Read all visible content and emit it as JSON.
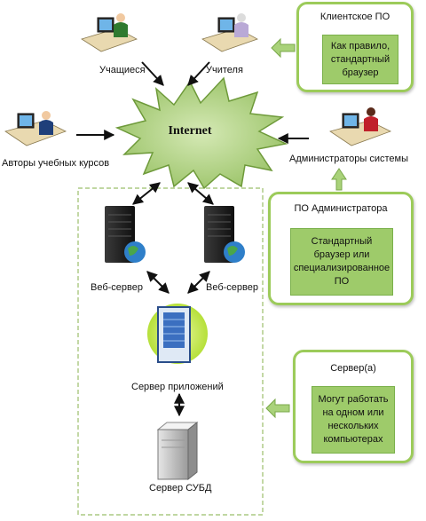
{
  "nodes": {
    "students": "Учащиеся",
    "teachers": "Учителя",
    "authors": "Авторы учебных курсов",
    "admins": "Администраторы системы",
    "internet": "Internet",
    "web_server_1": "Веб-сервер",
    "web_server_2": "Веб-сервер",
    "app_server": "Сервер приложений",
    "db_server": "Сервер СУБД"
  },
  "callouts": {
    "client_sw": {
      "title": "Клиентское ПО",
      "body": "Как правило, стандартный браузер"
    },
    "admin_sw": {
      "title": "ПО Администратора",
      "body": "Стандартный браузер или специализированное ПО"
    },
    "servers": {
      "title": "Сервер(а)",
      "body": "Могут работать на одном или нескольких компьютерах"
    }
  },
  "colors": {
    "panel_border": "#9ccb5a",
    "panel_fill": "#9ecb6a",
    "burst_fill": "#b9d98a",
    "arrow_fill": "#a9d27a",
    "dashed_border": "#9bbf6a"
  }
}
